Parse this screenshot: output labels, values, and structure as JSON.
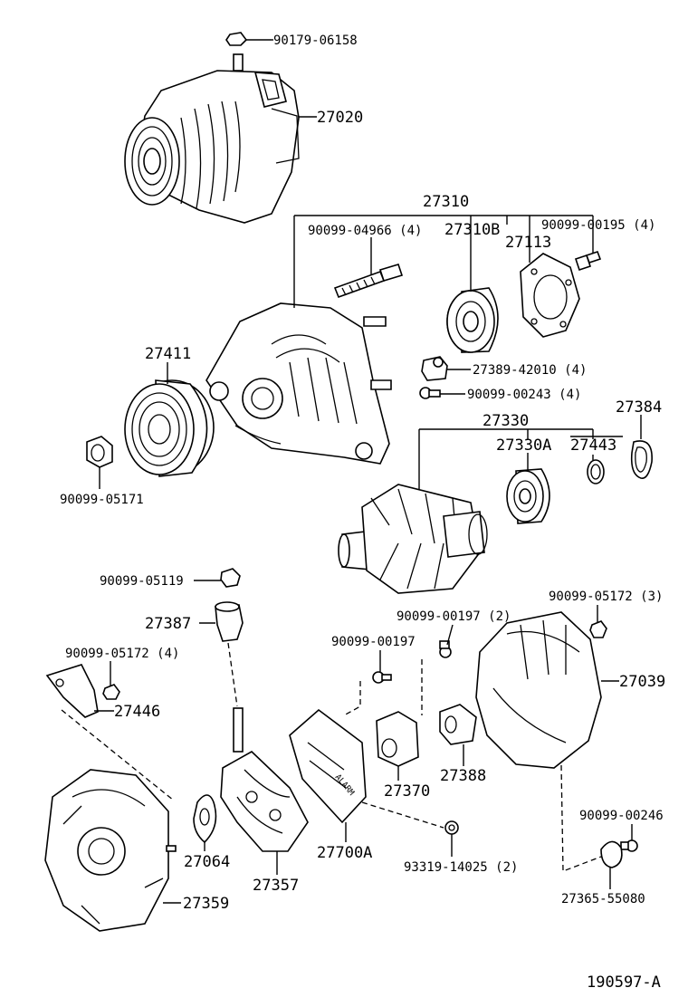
{
  "labels": {
    "bolt_top": "90179-06158",
    "alternator": "27020",
    "frame_assy": "27310",
    "stud": "90099-04966 (4)",
    "bearing_frame": "27310B",
    "retainer": "27113",
    "screw_retainer": "90099-00195 (4)",
    "pulley": "27411",
    "insulator": "27389-42010 (4)",
    "screw_b": "90099-00243 (4)",
    "nut_pulley": "90099-05171",
    "rotor_assy": "27330",
    "rotor_bearing": "27330A",
    "rotor_cover": "27443",
    "bearing_cover": "27384",
    "nut_terminal": "90099-05119",
    "terminal_insulator": "27387",
    "nut_end_frame": "90099-05172 (4)",
    "plate": "27446",
    "screw_regulator": "90099-00197 (2)",
    "screw_brush": "90099-00197",
    "nut_cover": "90099-05172 (3)",
    "rear_cover": "27039",
    "brush_holder": "27370",
    "holder_cover": "27388",
    "washer": "27064",
    "rectifier": "27357",
    "regulator": "27700A",
    "end_frame": "27359",
    "screw_rear": "90099-00246",
    "seal": "93319-14025 (2)",
    "terminal_cover": "27365-55080",
    "figure_code": "190597-A"
  }
}
